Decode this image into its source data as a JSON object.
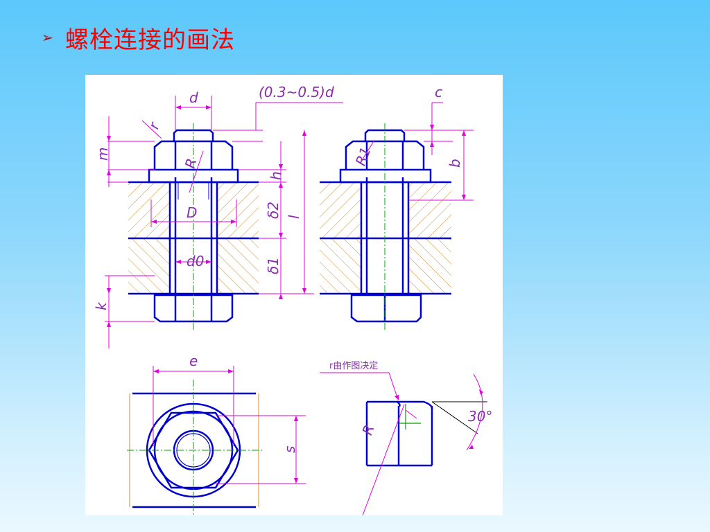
{
  "slide": {
    "title": "螺栓连接的画法",
    "bullet_icon": "arrowhead-bullet-icon"
  },
  "drawing": {
    "labels": {
      "d": "d",
      "gap": "(0.3~0.5)d",
      "c": "c",
      "r": "r",
      "R": "R",
      "R1": "R1",
      "m": "m",
      "h": "h",
      "b": "b",
      "D": "D",
      "delta2": "δ2",
      "l": "l",
      "d0": "d0",
      "delta1": "δ1",
      "k": "k",
      "e": "e",
      "s": "s",
      "r_note": "r由作图决定",
      "R_detail": "R",
      "angle": "30°"
    },
    "colors": {
      "outline": "#0000cc",
      "dimension": "#e000e0",
      "hatch": "#d08c28",
      "center": "#00a000"
    }
  }
}
